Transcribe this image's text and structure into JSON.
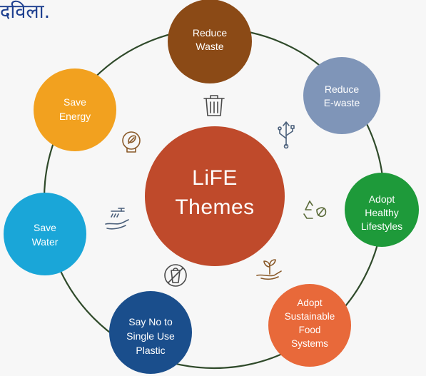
{
  "header_fragment": "दविला.",
  "center": {
    "line1": "LiFE",
    "line2": "Themes",
    "color": "#bf4a2b"
  },
  "ring_color": "#2f4a2a",
  "nodes": [
    {
      "id": "reduce-waste",
      "lines": [
        "Reduce",
        "Waste"
      ],
      "color": "#8b4a16"
    },
    {
      "id": "reduce-ewaste",
      "lines": [
        "Reduce",
        "E-waste"
      ],
      "color": "#7f95b8"
    },
    {
      "id": "adopt-healthy-lifestyles",
      "lines": [
        "Adopt",
        "Healthy",
        "Lifestyles"
      ],
      "color": "#1e9a3a"
    },
    {
      "id": "adopt-sustainable-food-systems",
      "lines": [
        "Adopt",
        "Sustainable",
        "Food",
        "Systems"
      ],
      "color": "#e8693a"
    },
    {
      "id": "say-no-single-use-plastic",
      "lines": [
        "Say No to",
        "Single Use",
        "Plastic"
      ],
      "color": "#1a4e8c"
    },
    {
      "id": "save-water",
      "lines": [
        "Save",
        "Water"
      ],
      "color": "#1aa6d8"
    },
    {
      "id": "save-energy",
      "lines": [
        "Save",
        "Energy"
      ],
      "color": "#f2a11f"
    }
  ],
  "icons": [
    "trash-icon",
    "usb-icon",
    "recycle-leaf-icon",
    "seedling-hand-icon",
    "no-plastic-icon",
    "water-tap-hand-icon",
    "leaf-bulb-icon"
  ]
}
